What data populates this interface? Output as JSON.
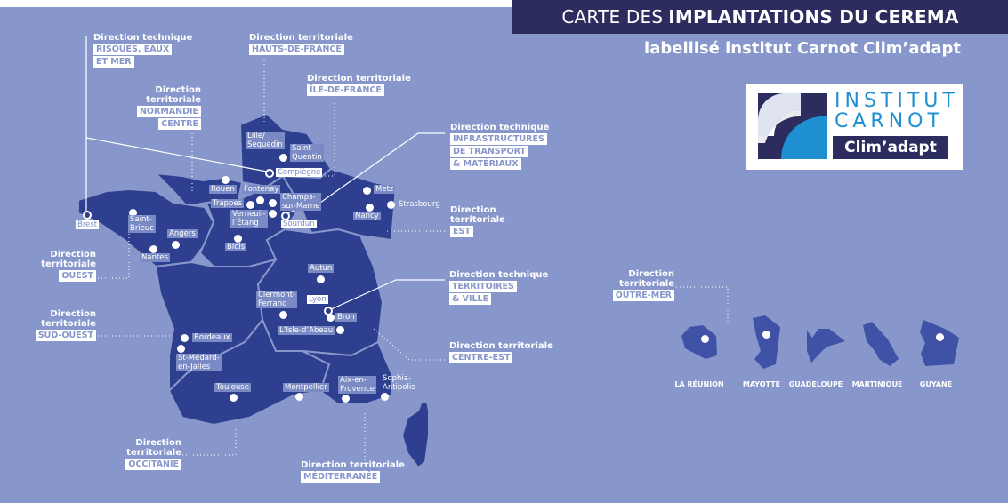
{
  "header": {
    "title_light": "CARTE DES",
    "title_bold": "IMPLANTATIONS DU CEREMA",
    "subtitle": "labellisé institut Carnot Clim’adapt"
  },
  "logo": {
    "line1": "INSTITUT",
    "line2": "CARNOT",
    "line3": "Clim’adapt"
  },
  "colors": {
    "background": "#8797cb",
    "header_bg": "#2d2c5e",
    "map_fill": "#2e3f8f",
    "borders": "#8797cb",
    "logo_blue": "#1e8fd0"
  },
  "directions": [
    {
      "type": "Direction technique",
      "name": "RISQUES, EAUX",
      "name2": "ET MER"
    },
    {
      "type": "Direction territoriale",
      "name": "HAUTS-DE-FRANCE"
    },
    {
      "type": "Direction territoriale",
      "name": "ÎLE-DE-FRANCE"
    },
    {
      "type": "Direction",
      "type2": "territoriale",
      "name": "NORMANDIE",
      "name2": "CENTRE"
    },
    {
      "type": "Direction technique",
      "name": "INFRASTRUCTURES",
      "name2": "DE TRANSPORT",
      "name3": "& MATÉRIAUX"
    },
    {
      "type": "Direction",
      "type2": "territoriale",
      "name": "EST"
    },
    {
      "type": "Direction",
      "type2": "territoriale",
      "name": "OUEST"
    },
    {
      "type": "Direction",
      "type2": "territoriale",
      "name": "SUD-OUEST"
    },
    {
      "type": "Direction technique",
      "name": "TERRITOIRES",
      "name2": "& VILLE"
    },
    {
      "type": "Direction territoriale",
      "name": "CENTRE-EST"
    },
    {
      "type": "Direction territoriale",
      "name": "OCCITANIE"
    },
    {
      "type": "Direction territoriale",
      "name": "MÉDITERRANÉE"
    },
    {
      "type": "Direction territoriale",
      "name": "OUTRE-MER"
    }
  ],
  "cities": [
    "Lille/\nSequedin",
    "Saint-\nQuentin",
    "Compiègne",
    "Rouen",
    "Fontenay",
    "Champs-\nsur-Marne",
    "Trappes",
    "Verneuil-\nl’Étang",
    "Sourdun",
    "Metz",
    "Nancy",
    "Strasbourg",
    "Brest",
    "Saint-\nBrieuc",
    "Angers",
    "Nantes",
    "Blois",
    "Autun",
    "Clermont-\nFerrand",
    "Lyon",
    "Bron",
    "L’Isle-d’Abeau",
    "Bordeaux",
    "St-Médard-\nen-Jalles",
    "Toulouse",
    "Montpellier",
    "Aix-en-\nProvence",
    "Sophia-\nAntipolis"
  ],
  "overseas": [
    "LA RÉUNION",
    "MAYOTTE",
    "GUADELOUPE",
    "MARTINIQUE",
    "GUYANE"
  ]
}
